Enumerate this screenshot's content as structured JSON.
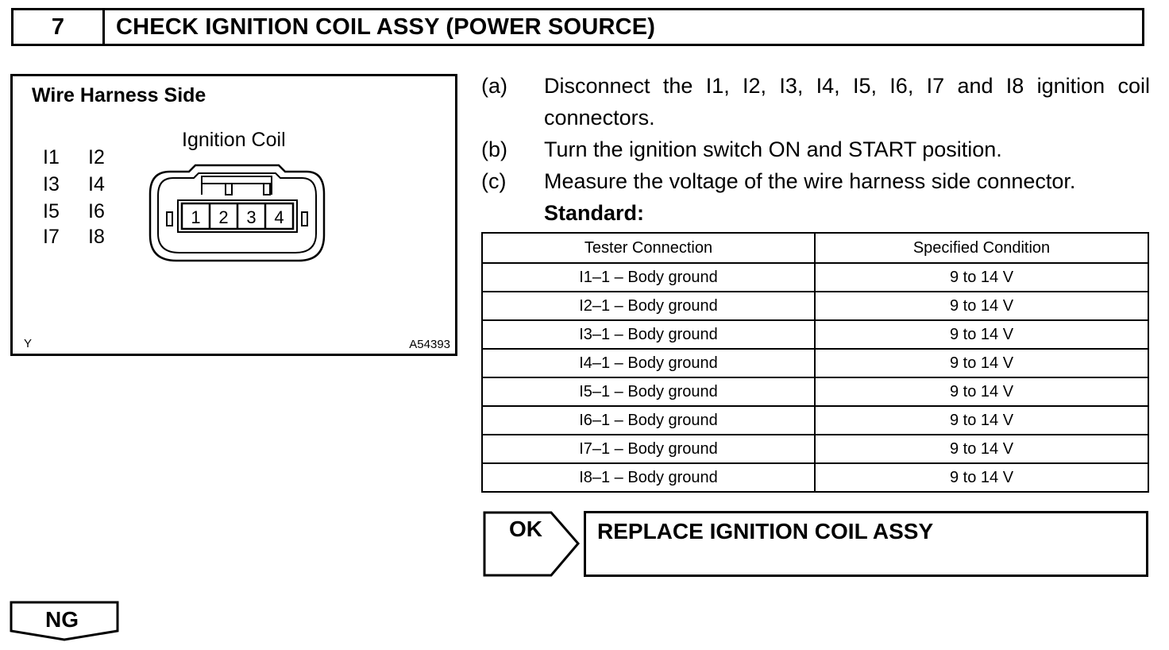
{
  "header": {
    "step_number": "7",
    "title": "CHECK IGNITION COIL ASSY (POWER SOURCE)"
  },
  "figure": {
    "title": "Wire Harness Side",
    "coil_label": "Ignition Coil",
    "connectors": [
      "I1",
      "I2",
      "I3",
      "I4",
      "I5",
      "I6",
      "I7",
      "I8"
    ],
    "pins": [
      "1",
      "2",
      "3",
      "4"
    ],
    "corner_mark": "Y",
    "figure_code": "A54393"
  },
  "steps": [
    {
      "letter": "(a)",
      "text": "Disconnect the I1, I2, I3, I4, I5, I6, I7 and I8  ignition coil connectors."
    },
    {
      "letter": "(b)",
      "text": "Turn the ignition switch ON and START position."
    },
    {
      "letter": "(c)",
      "text": "Measure the voltage of the wire harness side connector."
    }
  ],
  "standard_label": "Standard:",
  "table": {
    "headers": [
      "Tester Connection",
      "Specified Condition"
    ],
    "rows": [
      [
        "I1–1 – Body ground",
        "9 to 14 V"
      ],
      [
        "I2–1 – Body ground",
        "9 to 14 V"
      ],
      [
        "I3–1 – Body ground",
        "9 to 14 V"
      ],
      [
        "I4–1 – Body ground",
        "9 to 14 V"
      ],
      [
        "I5–1 – Body ground",
        "9 to 14 V"
      ],
      [
        "I6–1 – Body ground",
        "9 to 14 V"
      ],
      [
        "I7–1 – Body ground",
        "9 to 14 V"
      ],
      [
        "I8–1 – Body ground",
        "9 to 14 V"
      ]
    ]
  },
  "ok": {
    "label": "OK",
    "result": "REPLACE IGNITION COIL ASSY"
  },
  "ng": {
    "label": "NG"
  }
}
